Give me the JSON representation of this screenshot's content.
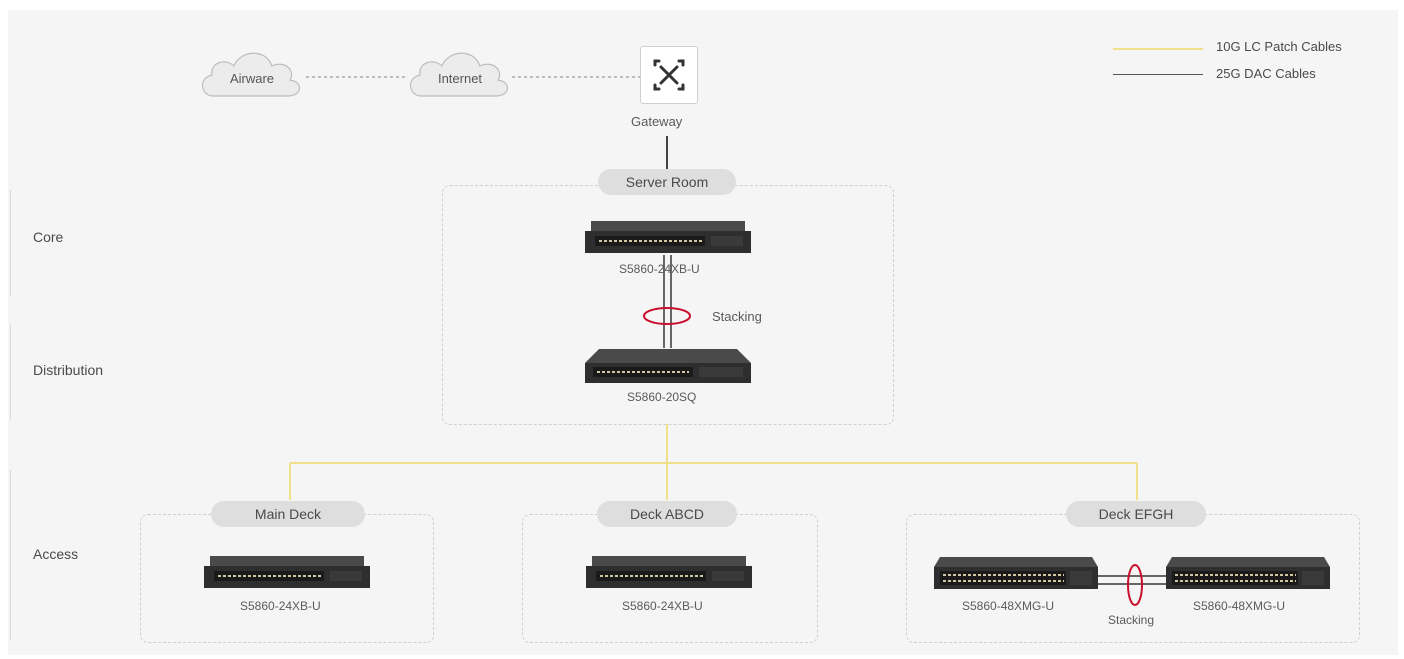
{
  "legend": {
    "fiber_label": "10G LC Patch Cables",
    "dac_label": "25G DAC Cables",
    "fiber_color": "#f2df8a",
    "dac_color": "#555555"
  },
  "internet": {
    "cloud1": "Airware",
    "cloud2": "Internet",
    "gateway_label": "Gateway",
    "gateway_icon": "router-icon"
  },
  "tiers": {
    "core": "Core",
    "distribution": "Distribution",
    "access": "Access"
  },
  "server_room": {
    "title": "Server Room",
    "core_switch": "S5860-24XB-U",
    "stacking_label": "Stacking",
    "dist_switch": "S5860-20SQ"
  },
  "decks": [
    {
      "title": "Main Deck",
      "switch": "S5860-24XB-U"
    },
    {
      "title": "Deck ABCD",
      "switch": "S5860-24XB-U"
    },
    {
      "title": "Deck EFGH",
      "switch_left": "S5860-48XMG-U",
      "switch_right": "S5860-48XMG-U",
      "stacking_label": "Stacking"
    }
  ],
  "stacking_ring_color": "#c8102e"
}
